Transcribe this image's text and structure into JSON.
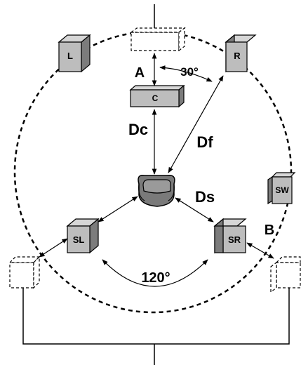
{
  "diagram": {
    "speakers": {
      "left": "L",
      "right": "R",
      "center": "C",
      "surround_left": "SL",
      "surround_right": "SR",
      "subwoofer": "SW"
    },
    "labels": {
      "a": "A",
      "b": "B",
      "dc": "Dc",
      "df": "Df",
      "ds": "Ds",
      "angle_front": "30°",
      "angle_rear": "120°"
    },
    "colors": {
      "speaker_fill": "#bdbdbd",
      "speaker_dark": "#808080",
      "line": "#000000"
    }
  }
}
